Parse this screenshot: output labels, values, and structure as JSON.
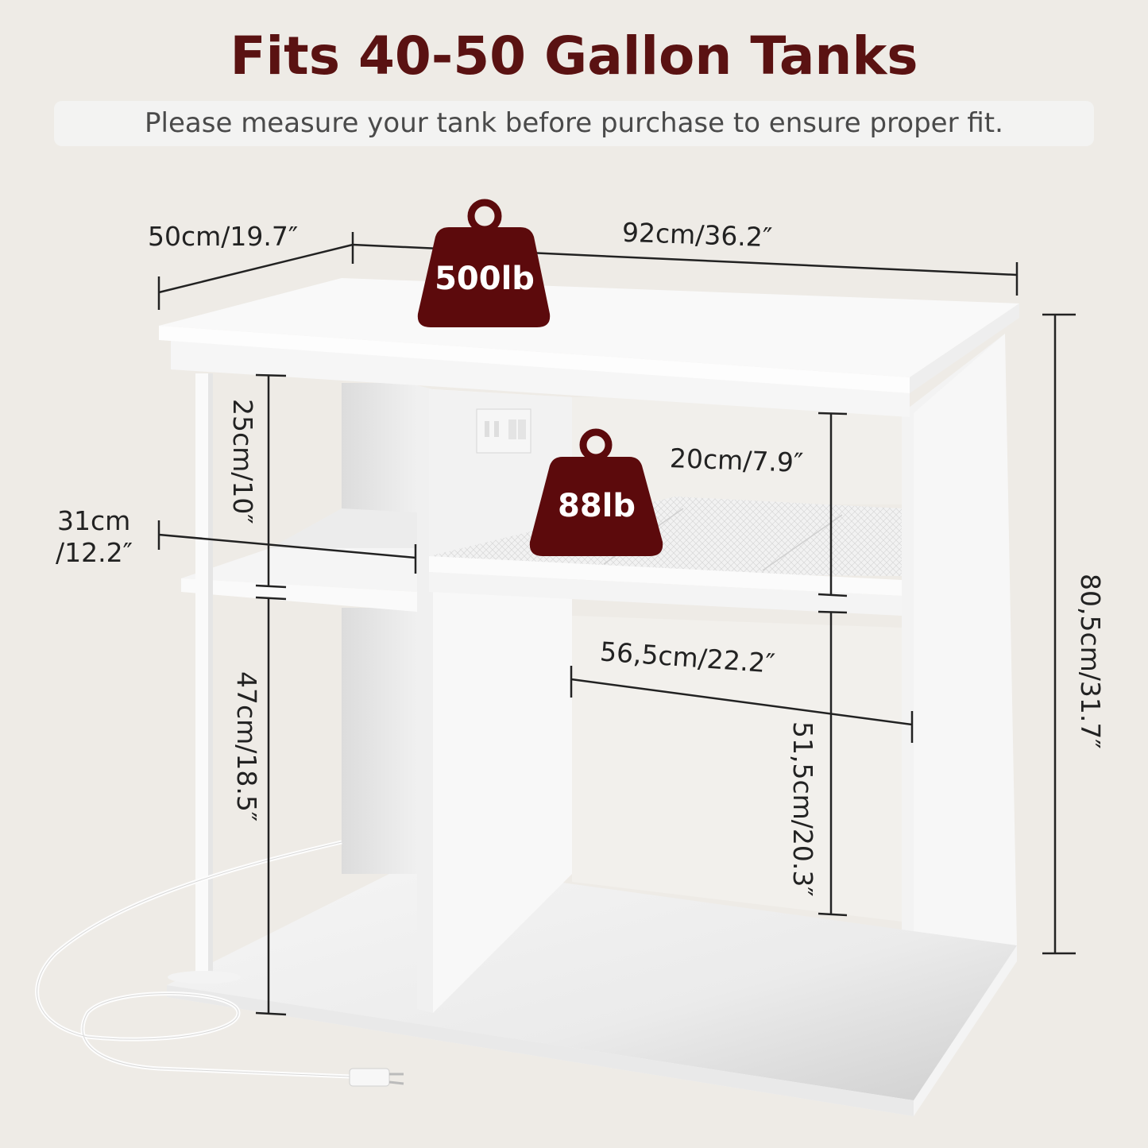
{
  "header": {
    "title": "Fits 40-50 Gallon Tanks",
    "subtitle": "Please measure your tank before purchase to ensure proper fit."
  },
  "product": {
    "name": "Aquarium Stand",
    "color": "#ffffff",
    "features": [
      "power-outlet-icon",
      "mesh-shelf",
      "power-cord",
      "side-rod"
    ]
  },
  "weight_badges": {
    "top": {
      "label": "500lb",
      "icon": "weight-icon",
      "color": "#5c0a0c"
    },
    "shelf": {
      "label": "88lb",
      "icon": "weight-icon",
      "color": "#5c0a0c"
    }
  },
  "dimensions": {
    "depth": "50cm/19.7″",
    "width": "92cm/36.2″",
    "height": "80,5cm/31.7″",
    "upper_left_height": "25cm/10″",
    "left_shelf_depth_line1": "31cm",
    "left_shelf_depth_line2": "/12.2″",
    "lower_left_height": "47cm/18.5″",
    "upper_right_height": "20cm/7.9″",
    "lower_right_width": "56,5cm/22.2″",
    "lower_right_height": "51,5cm/20.3″"
  },
  "colors": {
    "background": "#eeebe6",
    "accent": "#5c0a0c",
    "dimension_line": "#222222"
  }
}
